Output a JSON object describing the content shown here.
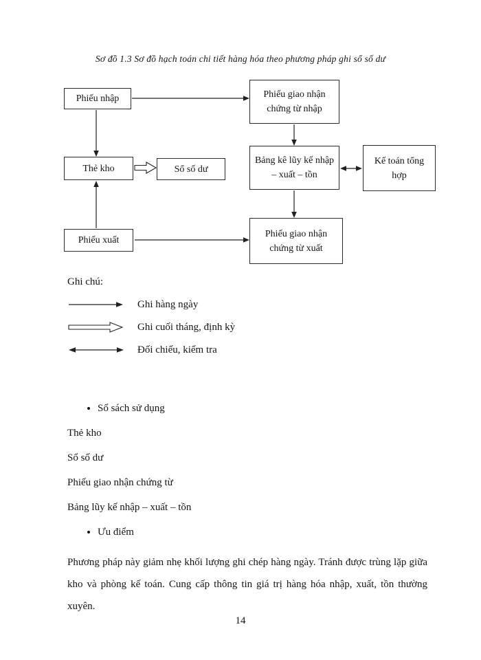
{
  "page": {
    "title": "Sơ đồ 1.3 Sơ đồ hạch toán chi tiết hàng hóa theo phương pháp ghi sổ số dư",
    "page_number": "14"
  },
  "diagram": {
    "boxes": {
      "phieu_nhap": "Phiếu nhập",
      "phieu_giao_nhan_nhap": "Phiếu giao nhận chứng từ nhập",
      "the_kho": "Thẻ kho",
      "so_so_du": "Sổ số dư",
      "bang_ke_luy_ke": "Bảng kê lũy kế nhập – xuất – tồn",
      "ke_toan_tong_hop": "Kế toán tổng hợp",
      "phieu_xuat": "Phiếu xuất",
      "phieu_giao_nhan_xuat": "Phiếu giao nhận chứng từ xuất"
    },
    "legend": {
      "heading": "Ghi chú:",
      "items": [
        {
          "symbol": "solid-arrow",
          "label": "Ghi hàng ngày"
        },
        {
          "symbol": "hollow-arrow",
          "label": "Ghi cuối tháng, định kỳ"
        },
        {
          "symbol": "double-arrow",
          "label": "Đối chiếu, kiểm tra"
        }
      ]
    }
  },
  "content": {
    "section_1_bullet": "Sổ sách sử dụng",
    "books_list": [
      "Thẻ kho",
      "Sổ số dư",
      "Phiếu giao nhận chứng từ",
      "Bảng lũy kế nhập – xuất – tồn"
    ],
    "section_2_bullet": "Ưu điểm",
    "paragraph": "Phương pháp này giảm nhẹ khối lượng ghi chép hàng ngày. Tránh được trùng lặp giữa kho và phòng kế toán. Cung cấp thông tin giá trị hàng hóa nhập, xuất, tồn thường xuyên."
  }
}
